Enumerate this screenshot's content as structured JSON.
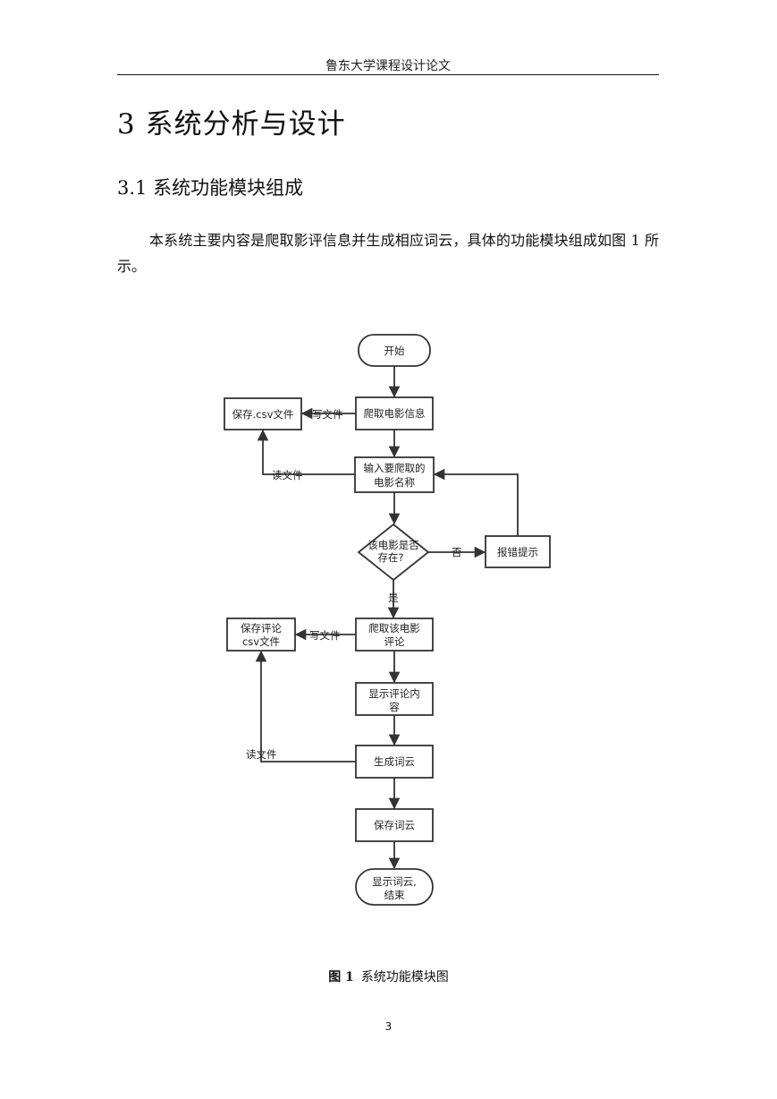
{
  "header": {
    "title": "鲁东大学课程设计论文"
  },
  "chapter": {
    "title": "3 系统分析与设计"
  },
  "section": {
    "title": "3.1 系统功能模块组成"
  },
  "paragraph": {
    "text": "本系统主要内容是爬取影评信息并生成相应词云，具体的功能模块组成如图 1 所示。"
  },
  "flowchart": {
    "start": "开始",
    "crawl_movie": "爬取电影信息",
    "save_csv": "保存.csv文件",
    "write_file_1": "写文件",
    "read_file_1": "读文件",
    "input_line1": "输入要爬取的",
    "input_line2": "电影名称",
    "decision_line1": "该电影是否",
    "decision_line2": "存在?",
    "no": "否",
    "error": "报错提示",
    "yes": "是",
    "crawl_reviews_line1": "爬取该电影",
    "crawl_reviews_line2": "评论",
    "save_reviews_line1": "保存评论",
    "save_reviews_line2": "csv文件",
    "write_file_2": "写文件",
    "show_reviews_line1": "显示评论内",
    "show_reviews_line2": "容",
    "read_file_2": "读文件",
    "gen_cloud": "生成词云",
    "save_cloud": "保存词云",
    "end_line1": "显示词云,",
    "end_line2": "结束"
  },
  "caption": {
    "label": "图 1",
    "text": "系统功能模块图"
  },
  "page_number": "3"
}
